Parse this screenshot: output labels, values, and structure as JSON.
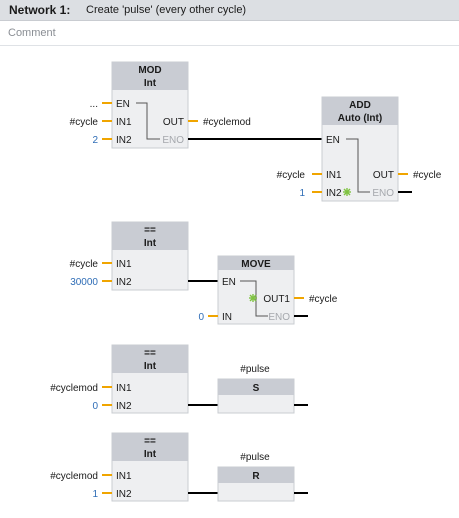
{
  "network": {
    "number_label": "Network 1:",
    "title": "Create 'pulse' (every other cycle)",
    "comment_placeholder": "Comment"
  },
  "mod_block": {
    "name": "MOD",
    "type": "Int",
    "pins": {
      "en": "EN",
      "in1": "IN1",
      "in2": "IN2",
      "out": "OUT",
      "eno": "ENO"
    },
    "operands": {
      "en": "...",
      "in1": "#cycle",
      "in2": "2",
      "out": "#cyclemod"
    }
  },
  "add_block": {
    "name": "ADD",
    "type": "Auto (Int)",
    "pins": {
      "en": "EN",
      "in1": "IN1",
      "in2": "IN2",
      "out": "OUT",
      "eno": "ENO"
    },
    "operands": {
      "in1": "#cycle",
      "in2": "1",
      "out": "#cycle"
    }
  },
  "cmp1_block": {
    "name": "==",
    "type": "Int",
    "pins": {
      "in1": "IN1",
      "in2": "IN2"
    },
    "operands": {
      "in1": "#cycle",
      "in2": "30000"
    }
  },
  "move_block": {
    "name": "MOVE",
    "pins": {
      "en": "EN",
      "in": "IN",
      "out1": "OUT1",
      "eno": "ENO"
    },
    "operands": {
      "in": "0",
      "out1": "#cycle"
    }
  },
  "cmp2_block": {
    "name": "==",
    "type": "Int",
    "pins": {
      "in1": "IN1",
      "in2": "IN2"
    },
    "operands": {
      "in1": "#cyclemod",
      "in2": "0"
    }
  },
  "set_coil": {
    "operand": "#pulse",
    "label": "S"
  },
  "cmp3_block": {
    "name": "==",
    "type": "Int",
    "pins": {
      "in1": "IN1",
      "in2": "IN2"
    },
    "operands": {
      "in1": "#cyclemod",
      "in2": "1"
    }
  },
  "reset_coil": {
    "operand": "#pulse",
    "label": "R"
  },
  "colors": {
    "header_bg": "#dcdfe3",
    "block_bg": "#eeeff1",
    "block_header": "#c9ccd3",
    "pin_tick": "#f0a500",
    "constant": "#2f6db6",
    "disabled_text": "#a5a8ad"
  }
}
